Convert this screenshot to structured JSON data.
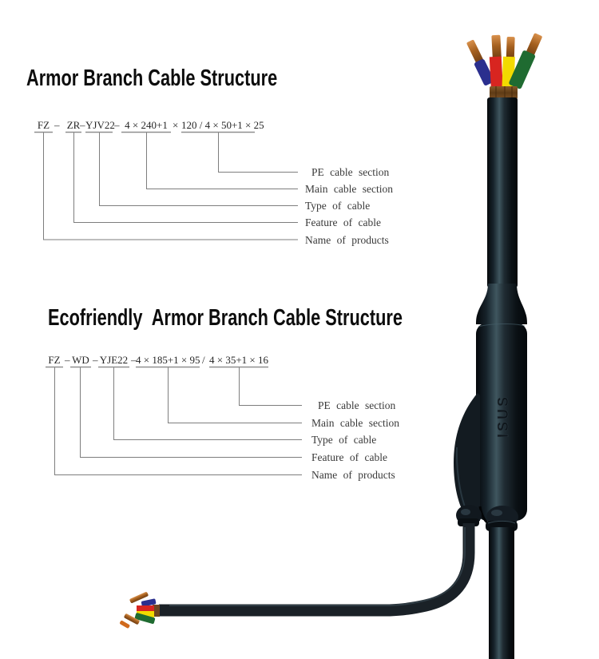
{
  "diagram1": {
    "title": "Armor Branch Cable Structure",
    "formula": {
      "parts": [
        "FZ",
        "–",
        "ZR",
        "–",
        "YJV22",
        "–",
        "4 × 240+1",
        "×",
        "120 / 4 × 50+1 × 25"
      ]
    },
    "labels": [
      "PE cable section",
      "Main cable section",
      "Type of cable",
      "Feature of cable",
      "Name of products"
    ]
  },
  "diagram2": {
    "title": "Ecofriendly  Armor Branch Cable Structure",
    "formula": {
      "parts": [
        "FZ",
        "–",
        "WD",
        "–",
        "YJE22",
        "–",
        "4 × 185+1 × 95",
        "/",
        "4 × 35+1 × 16"
      ]
    },
    "labels": [
      "PE cable section",
      "Main cable section",
      "Type of cable",
      "Feature of cable",
      "Name of products"
    ]
  },
  "cable_photo": {
    "embossed_text": "ISUS",
    "colors": {
      "jacket": "#10181e",
      "wire_blue": "#2b2f8e",
      "wire_red": "#d82520",
      "wire_yellow": "#f2da00",
      "wire_green": "#1f6b31",
      "copper": "#a5601f",
      "band": "#7a4e22",
      "diagram_line": "#7e7e7e"
    }
  }
}
